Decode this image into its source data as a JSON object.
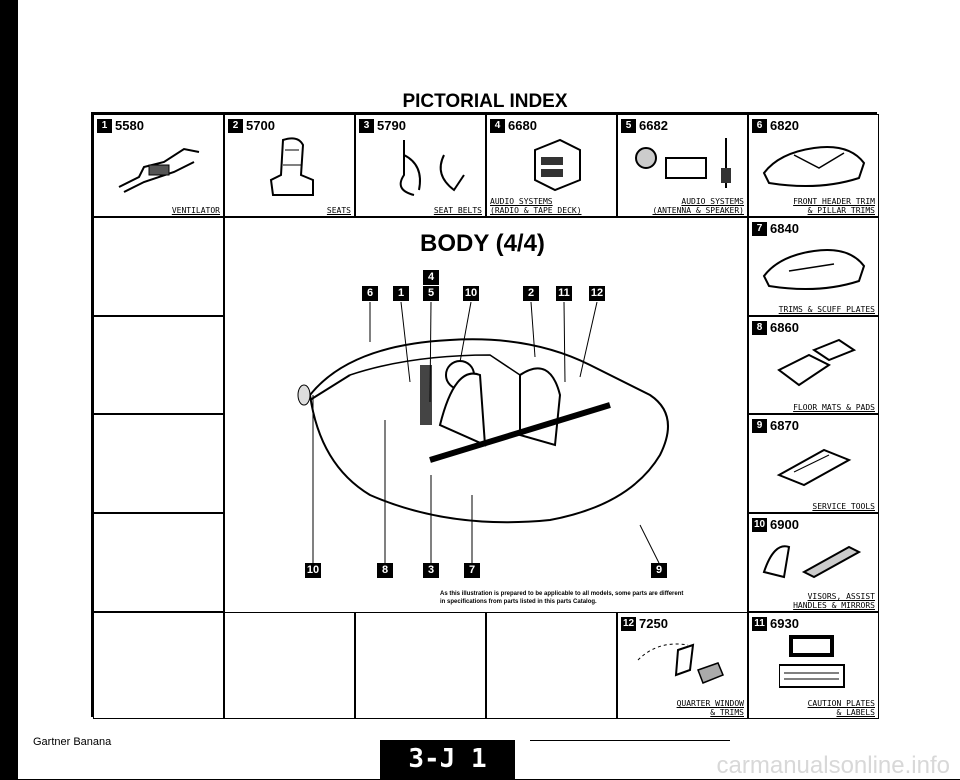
{
  "page": {
    "title": "PICTORIAL INDEX",
    "body_title": "BODY (4/4)",
    "note_line1": "As this illustration is prepared to be applicable to all models, some parts are different",
    "note_line2": "in specifications from parts listed in this parts Catalog.",
    "footer_left": "Gartner Banana",
    "page_tag": "3-J 1",
    "watermark": "carmanualsonline.info"
  },
  "cells": [
    {
      "index": "1",
      "code": "5580",
      "caption": "VENTILATOR"
    },
    {
      "index": "2",
      "code": "5700",
      "caption": "SEATS"
    },
    {
      "index": "3",
      "code": "5790",
      "caption": "SEAT BELTS"
    },
    {
      "index": "4",
      "code": "6680",
      "caption": "AUDIO SYSTEMS\n(RADIO & TAPE DECK)"
    },
    {
      "index": "5",
      "code": "6682",
      "caption": "AUDIO SYSTEMS\n(ANTENNA & SPEAKER)"
    },
    {
      "index": "6",
      "code": "6820",
      "caption": "FRONT HEADER TRIM\n& PILLAR TRIMS"
    },
    {
      "index": "7",
      "code": "6840",
      "caption": "TRIMS & SCUFF PLATES"
    },
    {
      "index": "8",
      "code": "6860",
      "caption": "FLOOR MATS & PADS"
    },
    {
      "index": "9",
      "code": "6870",
      "caption": "SERVICE TOOLS"
    },
    {
      "index": "10",
      "code": "6900",
      "caption": "VISORS, ASSIST\nHANDLES & MIRRORS"
    },
    {
      "index": "11",
      "code": "6930",
      "caption": "CAUTION PLATES\n& LABELS"
    },
    {
      "index": "12",
      "code": "7250",
      "caption": "QUARTER WINDOW\n& TRIMS"
    }
  ],
  "callouts_top": [
    "6",
    "1",
    "5",
    "10",
    "2",
    "11",
    "12"
  ],
  "callout_above": "4",
  "callouts_bottom": [
    "10",
    "8",
    "3",
    "7",
    "9"
  ]
}
